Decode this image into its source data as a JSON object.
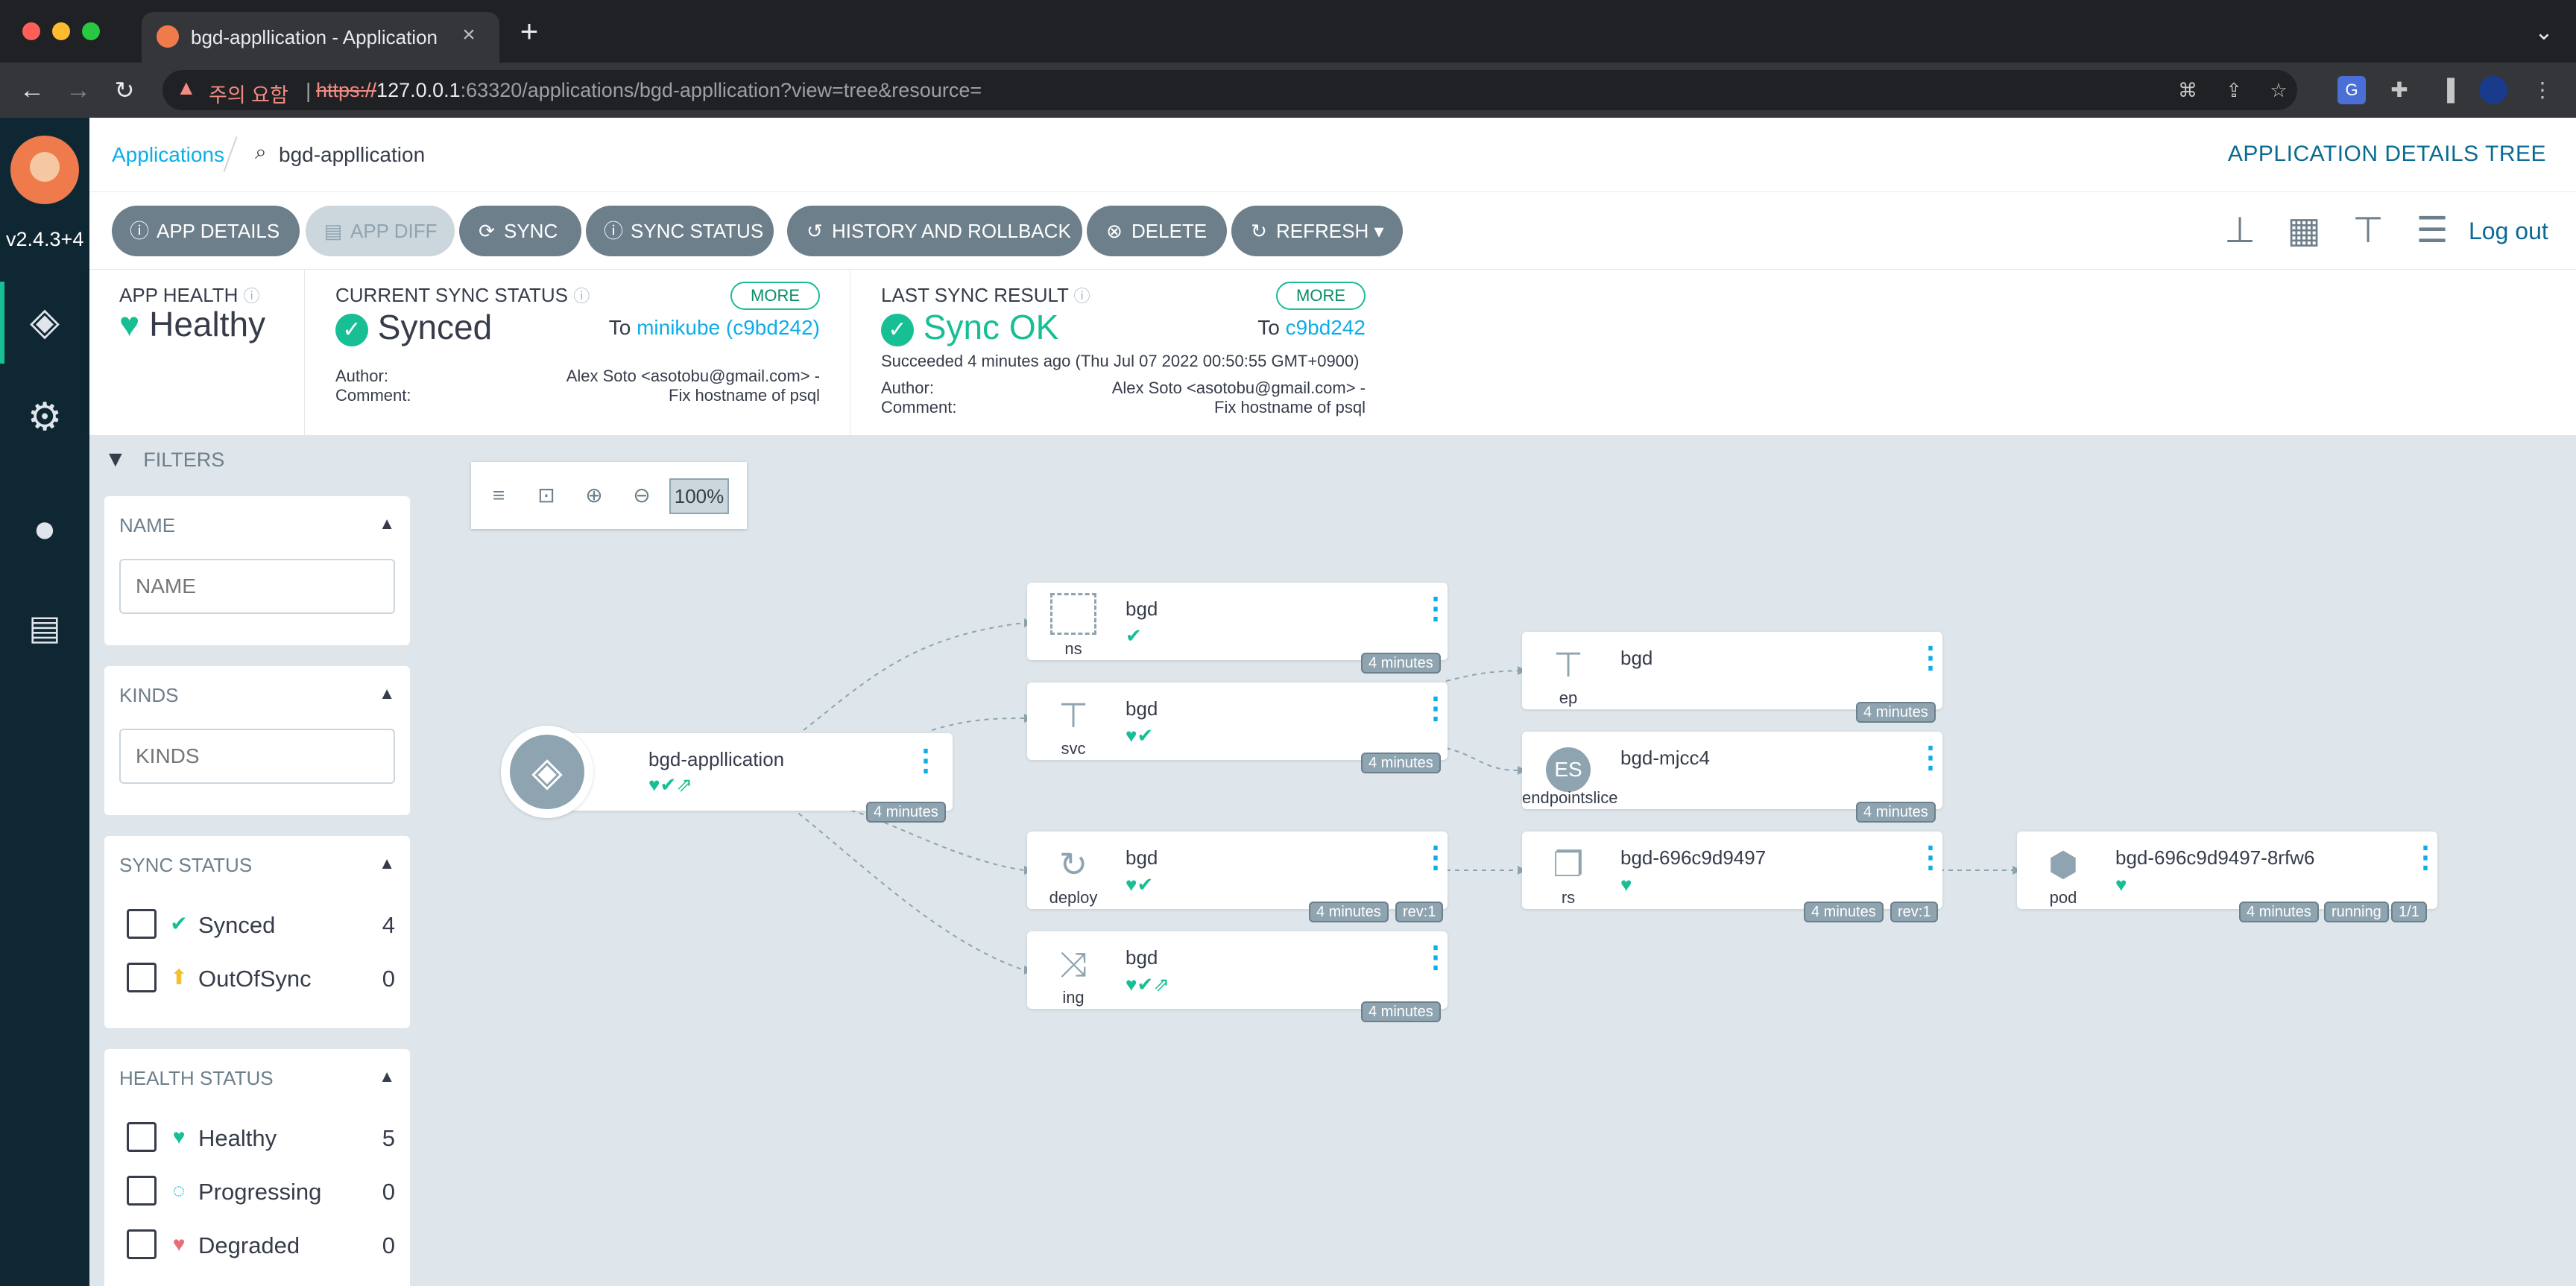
{
  "browser": {
    "tab_title": "bgd-appllication - Application D",
    "url_warning": "주의 요함",
    "url_scheme": "https://",
    "url_host": "127.0.0.1",
    "url_rest": ":63320/applications/bgd-appllication?view=tree&resource="
  },
  "nav": {
    "version": "v2.4.3+4"
  },
  "header": {
    "breadcrumb_root": "Applications",
    "breadcrumb_app": "bgd-appllication",
    "page_title": "APPLICATION DETAILS TREE",
    "logout": "Log out"
  },
  "actions": {
    "app_details": "APP DETAILS",
    "app_diff": "APP DIFF",
    "sync": "SYNC",
    "sync_status": "SYNC STATUS",
    "history": "HISTORY AND ROLLBACK",
    "delete": "DELETE",
    "refresh": "REFRESH"
  },
  "status": {
    "health_label": "APP HEALTH",
    "health_value": "Healthy",
    "sync_label": "CURRENT SYNC STATUS",
    "sync_value": "Synced",
    "sync_to_prefix": "To",
    "sync_to_target": "minikube (c9bd242)",
    "more": "MORE",
    "author_label": "Author:",
    "comment_label": "Comment:",
    "author_value": "Alex Soto <asotobu@gmail.com> -",
    "comment_value": "Fix hostname of psql",
    "last_label": "LAST SYNC RESULT",
    "last_value": "Sync OK",
    "last_to_prefix": "To",
    "last_to_target": "c9bd242",
    "last_succeeded": "Succeeded 4 minutes ago (Thu Jul 07 2022 00:50:55 GMT+0900)"
  },
  "filters": {
    "title": "FILTERS",
    "name_title": "NAME",
    "name_placeholder": "NAME",
    "kinds_title": "KINDS",
    "kinds_placeholder": "KINDS",
    "sync_title": "SYNC STATUS",
    "sync_items": [
      {
        "label": "Synced",
        "count": "4"
      },
      {
        "label": "OutOfSync",
        "count": "0"
      }
    ],
    "health_title": "HEALTH STATUS",
    "health_items": [
      {
        "label": "Healthy",
        "count": "5"
      },
      {
        "label": "Progressing",
        "count": "0"
      },
      {
        "label": "Degraded",
        "count": "0"
      }
    ]
  },
  "graph": {
    "zoom": "100%",
    "app": {
      "name": "bgd-appllication",
      "age": "4 minutes"
    },
    "nodes": {
      "ns": {
        "name": "bgd",
        "kind": "ns",
        "age": "4 minutes"
      },
      "svc": {
        "name": "bgd",
        "kind": "svc",
        "age": "4 minutes"
      },
      "deploy": {
        "name": "bgd",
        "kind": "deploy",
        "age": "4 minutes",
        "rev": "rev:1"
      },
      "ing": {
        "name": "bgd",
        "kind": "ing",
        "age": "4 minutes"
      },
      "ep": {
        "name": "bgd",
        "kind": "ep",
        "age": "4 minutes"
      },
      "eps": {
        "name": "bgd-mjcc4",
        "kind": "endpointslice",
        "icon_text": "ES",
        "age": "4 minutes"
      },
      "rs": {
        "name": "bgd-696c9d9497",
        "kind": "rs",
        "age": "4 minutes",
        "rev": "rev:1"
      },
      "pod": {
        "name": "bgd-696c9d9497-8rfw6",
        "kind": "pod",
        "age": "4 minutes",
        "state": "running",
        "ready": "1/1"
      }
    }
  },
  "colors": {
    "accent": "#18be94",
    "link": "#0dadea",
    "nav_bg": "#0f2733",
    "button": "#6d7f8b",
    "canvas": "#dee6eb"
  }
}
